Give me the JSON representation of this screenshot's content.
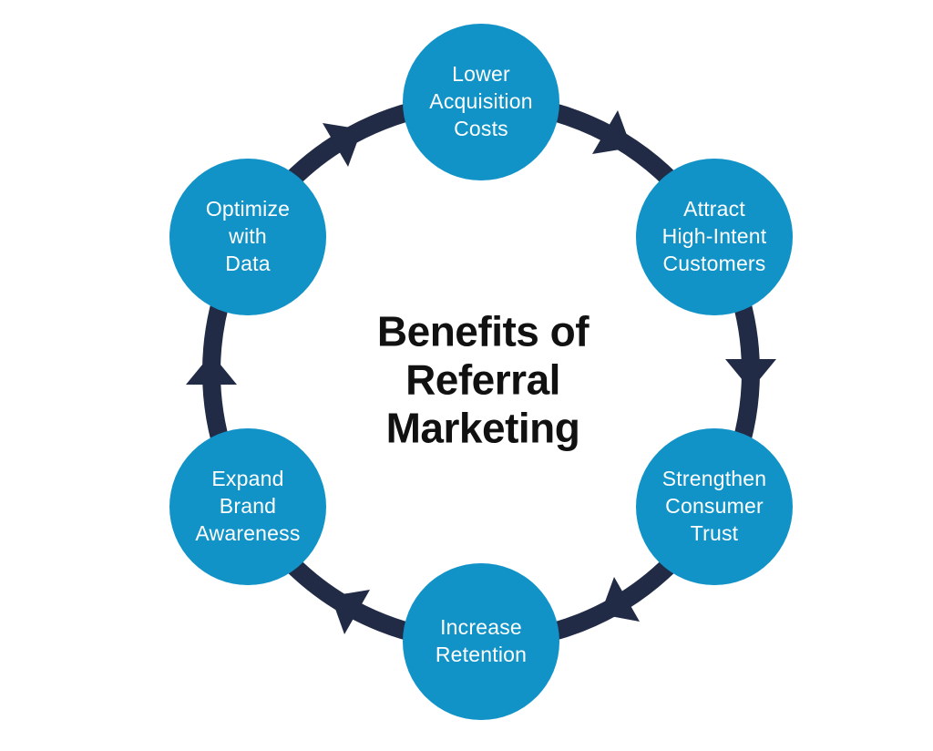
{
  "title": "Benefits of\nReferral\nMarketing",
  "flow_direction": "clockwise",
  "nodes": [
    {
      "id": "lower-acquisition-costs",
      "label": "Lower\nAcquisition\nCosts",
      "position": "top"
    },
    {
      "id": "attract-high-intent-customers",
      "label": "Attract\nHigh-Intent\nCustomers",
      "position": "top-right"
    },
    {
      "id": "strengthen-consumer-trust",
      "label": "Strengthen\nConsumer\nTrust",
      "position": "bottom-right"
    },
    {
      "id": "increase-retention",
      "label": "Increase\nRetention",
      "position": "bottom"
    },
    {
      "id": "expand-brand-awareness",
      "label": "Expand\nBrand\nAwareness",
      "position": "bottom-left"
    },
    {
      "id": "optimize-with-data",
      "label": "Optimize\nwith\nData",
      "position": "top-left"
    }
  ],
  "colors": {
    "node_fill": "#1193C7",
    "arrow": "#212B46",
    "title_text": "#111111",
    "node_text": "#FFFFFF",
    "background": "#FFFFFF"
  }
}
